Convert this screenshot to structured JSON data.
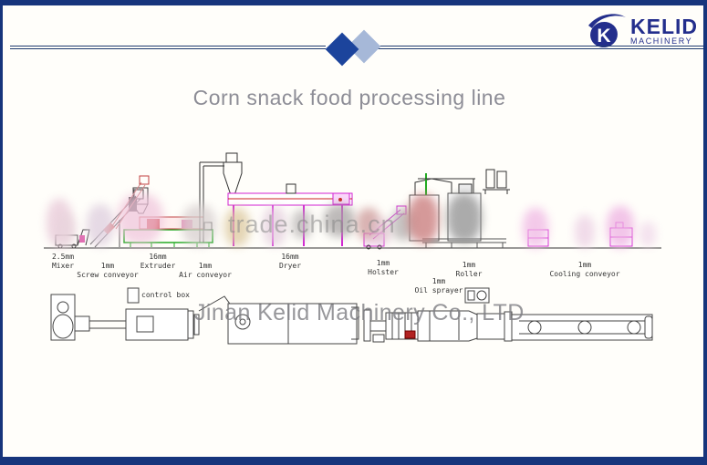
{
  "header": {
    "logo": {
      "brand": "KELID",
      "sub": "MACHINERY"
    }
  },
  "title": "Corn snack food processing line",
  "watermark": "trade.china.cn",
  "company_overlay": "Jinan Kelid Machinery Co., LTD",
  "diagram": {
    "labels": [
      {
        "qty": "2.5mm",
        "name": "Mixer"
      },
      {
        "qty": "1mm",
        "name": "Screw conveyor"
      },
      {
        "qty": "16mm",
        "name": "Extruder"
      },
      {
        "qty": "1mm",
        "name": "Air conveyor"
      },
      {
        "qty": "16mm",
        "name": "Dryer"
      },
      {
        "qty": "1mm",
        "name": "Holster"
      },
      {
        "qty": "1mm",
        "name": "Roller"
      },
      {
        "qty": "1mm",
        "name": "Cooling conveyor"
      },
      {
        "qty": "1mm",
        "name": "Oil sprayer"
      }
    ],
    "control_box_label": "control box"
  },
  "colors": {
    "brand_navy": "#17357c",
    "logo_navy": "#232e8c",
    "diamond_dark": "#1c449c",
    "diamond_light": "#a6b8d8",
    "machine_magenta": "#d320d3",
    "machine_green": "#22aa22",
    "machine_red": "#cc2222",
    "title_gray": "#8d8d96"
  }
}
